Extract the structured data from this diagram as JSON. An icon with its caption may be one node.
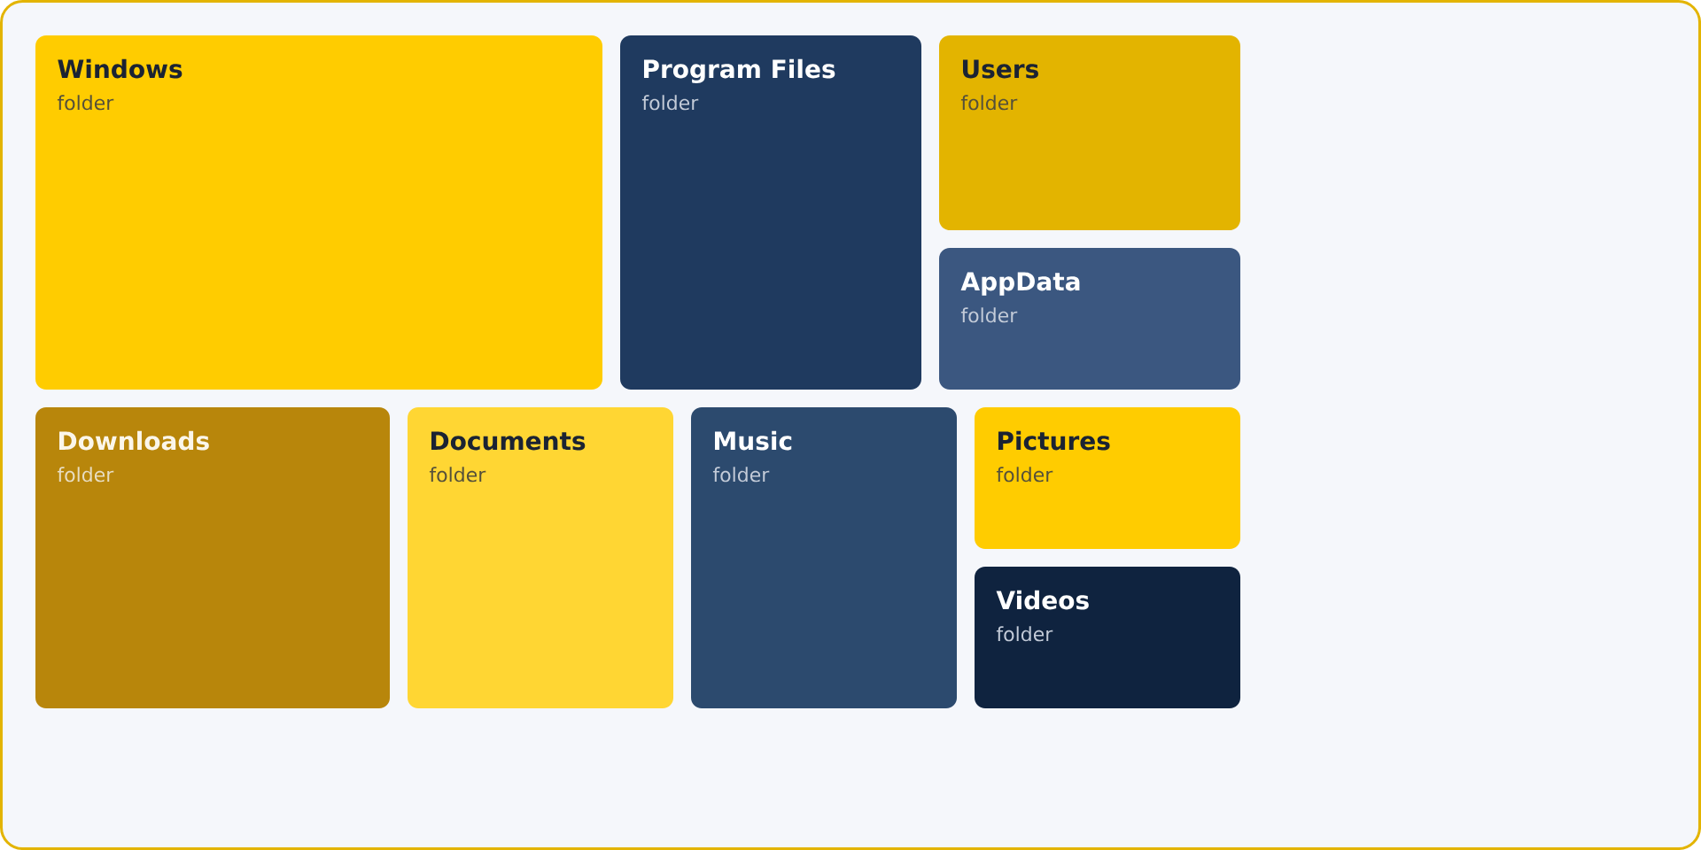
{
  "diagram": {
    "nodes": [
      {
        "text": [
          "Windows",
          "folder"
        ]
      },
      {
        "text": [
          "Program Files",
          "folder"
        ]
      },
      {
        "text": [
          "Users",
          "folder"
        ]
      },
      {
        "text": [
          "AppData",
          "folder"
        ]
      },
      {
        "text": [
          "Downloads",
          "folder"
        ]
      },
      {
        "text": [
          "Documents",
          "folder"
        ]
      },
      {
        "text": [
          "Music",
          "folder"
        ]
      },
      {
        "text": [
          "Pictures",
          "folder"
        ]
      },
      {
        "text": [
          "Videos",
          "folder"
        ]
      }
    ]
  }
}
